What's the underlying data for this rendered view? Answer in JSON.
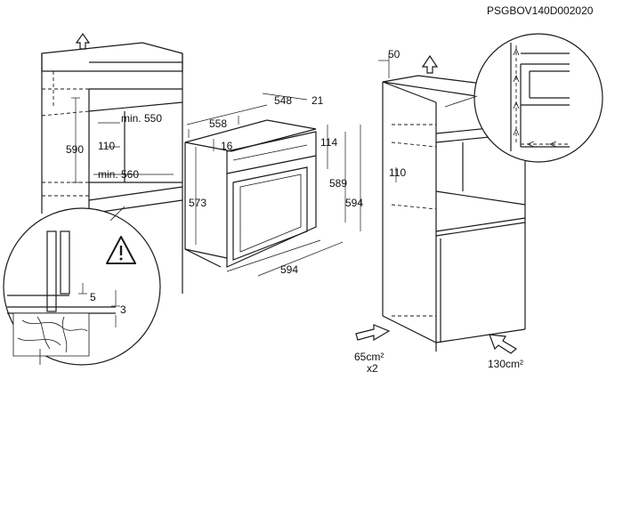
{
  "figure": {
    "code": "PSGBOV140D002020"
  },
  "cabinet_left": {
    "dim_height": "590",
    "dim_opening_height": "min. 550",
    "dim_opening_width": "min. 560",
    "dim_vent": "110"
  },
  "oven": {
    "dim_depth_total": "558",
    "dim_depth_body": "548",
    "dim_door": "21",
    "dim_top_gap": "16",
    "dim_side_height": "573",
    "dim_front_offset": "114",
    "dim_inner_height": "589",
    "dim_front_height": "594",
    "dim_width": "594"
  },
  "detail_left": {
    "dim_gap": "5",
    "dim_step": "3"
  },
  "cabinet_right": {
    "dim_top": "50",
    "dim_vent": "110",
    "vent_in_area": "65cm²",
    "vent_in_qty": "x2",
    "vent_out_area": "130cm²"
  },
  "colors": {
    "line": "#1a1a1a",
    "background": "#ffffff"
  },
  "icons": [
    "arrow-up-icon",
    "warning-icon",
    "airflow-arrow-icon"
  ]
}
